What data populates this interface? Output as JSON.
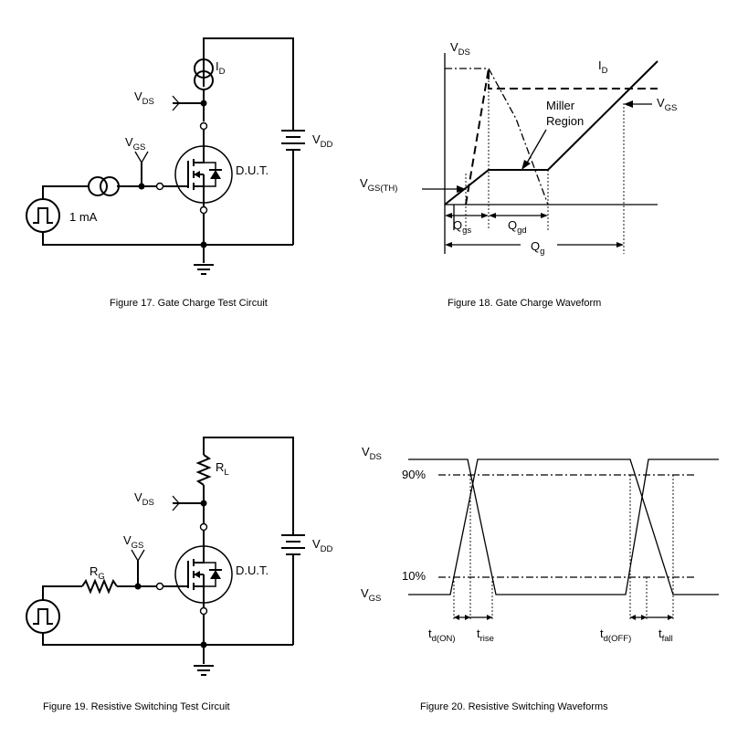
{
  "fig17": {
    "caption": "Figure 17. Gate Charge Test Circuit",
    "id_main": "I",
    "id_sub": "D",
    "vds_main": "V",
    "vds_sub": "DS",
    "vgs_main": "V",
    "vgs_sub": "GS",
    "vdd_main": "V",
    "vdd_sub": "DD",
    "dut": "D.U.T.",
    "source_label": "1 mA"
  },
  "fig18": {
    "caption": "Figure 18. Gate Charge Waveform",
    "vds_main": "V",
    "vds_sub": "DS",
    "id_main": "I",
    "id_sub": "D",
    "miller_line1": "Miller",
    "miller_line2": "Region",
    "vgs_main": "V",
    "vgs_sub": "GS",
    "vgsth_main": "V",
    "vgsth_sub": "GS(TH)",
    "qgs_main": "Q",
    "qgs_sub": "gs",
    "qgd_main": "Q",
    "qgd_sub": "gd",
    "qg_main": "Q",
    "qg_sub": "g"
  },
  "fig19": {
    "caption": "Figure 19. Resistive Switching Test Circuit",
    "rl_main": "R",
    "rl_sub": "L",
    "vds_main": "V",
    "vds_sub": "DS",
    "vgs_main": "V",
    "vgs_sub": "GS",
    "rg_main": "R",
    "rg_sub": "G",
    "vdd_main": "V",
    "vdd_sub": "DD",
    "dut": "D.U.T."
  },
  "fig20": {
    "caption": "Figure 20. Resistive Switching Waveforms",
    "vds_main": "V",
    "vds_sub": "DS",
    "vgs_main": "V",
    "vgs_sub": "GS",
    "p90": "90%",
    "p10": "10%",
    "tdon_main": "t",
    "tdon_sub": "d(ON)",
    "trise_main": "t",
    "trise_sub": "rise",
    "tdoff_main": "t",
    "tdoff_sub": "d(OFF)",
    "tfall_main": "t",
    "tfall_sub": "fall"
  }
}
